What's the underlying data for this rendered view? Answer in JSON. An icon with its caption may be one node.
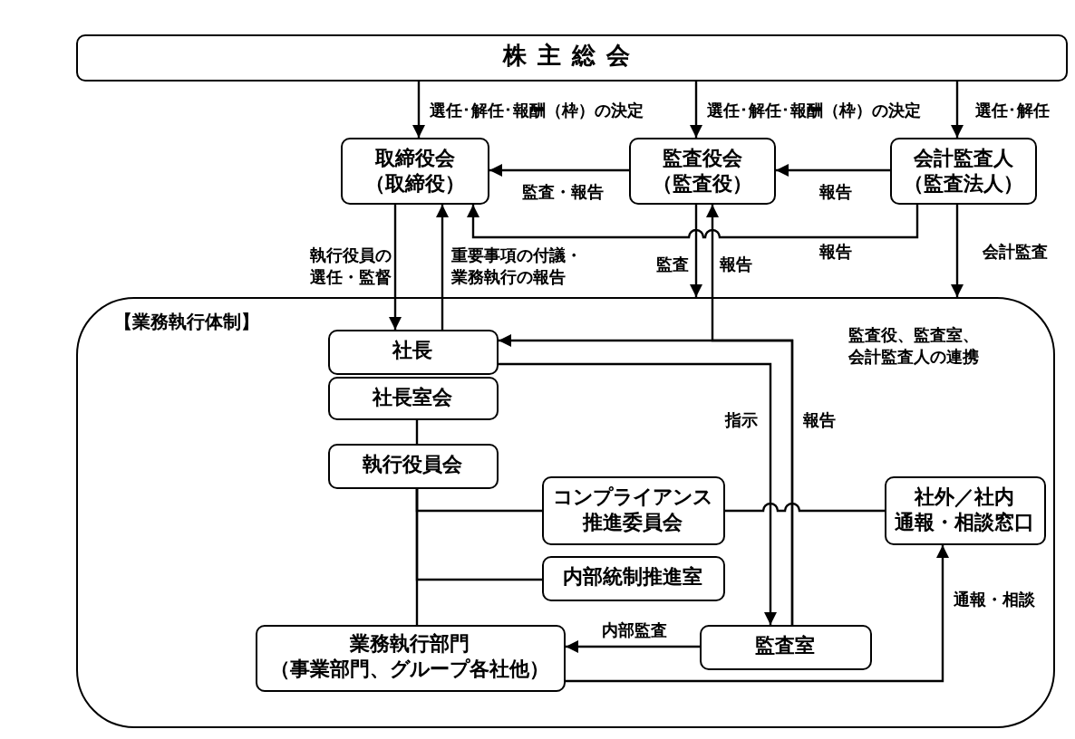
{
  "diagram": {
    "nodes": [
      {
        "text": [
          "株主総会"
        ]
      },
      {
        "text": [
          "取締役会（取締役）"
        ]
      },
      {
        "text": [
          "監査役会（監査役）"
        ]
      },
      {
        "text": [
          "会計監査人（監査法人）"
        ]
      },
      {
        "text": [
          "【業務執行体制】"
        ]
      },
      {
        "text": [
          "社長"
        ],
        "in": 4
      },
      {
        "text": [
          "社長室会"
        ],
        "in": 4
      },
      {
        "text": [
          "執行役員会"
        ],
        "in": 4
      },
      {
        "text": [
          "コンプライアンス推進委員会"
        ],
        "in": 4
      },
      {
        "text": [
          "内部統制推進室"
        ],
        "in": 4
      },
      {
        "text": [
          "業務執行部門（事業部門、グループ各社他）"
        ],
        "in": 4
      },
      {
        "text": [
          "監査室"
        ],
        "in": 4
      },
      {
        "text": [
          "社外／社内通報・相談窓口"
        ],
        "in": 4
      }
    ],
    "edges": [
      {
        "from": 0,
        "to": 1,
        "arrow": "to",
        "label": "選任･解任･報酬（枠）の決定"
      },
      {
        "from": 0,
        "to": 2,
        "arrow": "to",
        "label": "選任･解任･報酬（枠）の決定"
      },
      {
        "from": 0,
        "to": 3,
        "arrow": "to",
        "label": "選任･解任"
      },
      {
        "from": 2,
        "to": 1,
        "arrow": "to",
        "label": "監査・報告"
      },
      {
        "from": 3,
        "to": 2,
        "arrow": "to",
        "label": "報告"
      },
      {
        "from": 3,
        "to": 1,
        "arrow": "to",
        "label": "報告"
      },
      {
        "from": 3,
        "to": 4,
        "arrow": "to",
        "label": "会計監査"
      },
      {
        "from": 1,
        "to": 5,
        "arrow": "to",
        "label": "執行役員の選任・監督"
      },
      {
        "from": 5,
        "to": 1,
        "arrow": "to",
        "label": "重要事項の付議・業務執行の報告"
      },
      {
        "from": 2,
        "to": 4,
        "arrow": "to",
        "label": "監査"
      },
      {
        "from": 11,
        "to": 2,
        "arrow": "to",
        "label": "報告"
      },
      {
        "from": 5,
        "to": 11,
        "arrow": "to",
        "label": "指示"
      },
      {
        "from": 11,
        "to": 5,
        "arrow": "to",
        "label": "報告"
      },
      {
        "from": 6,
        "to": 7,
        "arrow": "none"
      },
      {
        "from": 7,
        "to": 8,
        "arrow": "none"
      },
      {
        "from": 7,
        "to": 9,
        "arrow": "none"
      },
      {
        "from": 7,
        "to": 10,
        "arrow": "none"
      },
      {
        "from": 8,
        "to": 12,
        "arrow": "none"
      },
      {
        "from": 11,
        "to": 10,
        "arrow": "to",
        "label": "内部監査"
      },
      {
        "from": 10,
        "to": 12,
        "arrow": "to",
        "label": "通報・相談"
      }
    ],
    "labels": [
      "監査役、監査室、会計監査人の連携"
    ]
  }
}
